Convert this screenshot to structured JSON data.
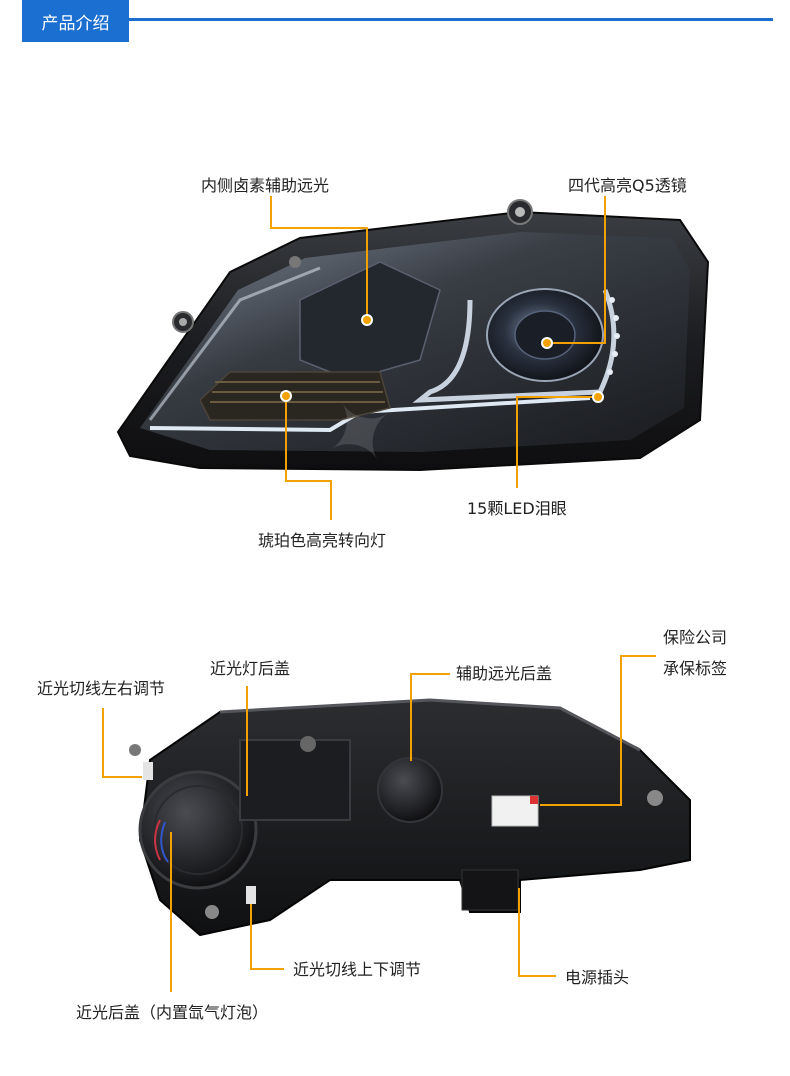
{
  "header": {
    "title": "产品介绍"
  },
  "front": {
    "labels": {
      "inner_halogen": "内侧卤素辅助远光",
      "q5_lens": "四代高亮Q5透镜",
      "led_eyebrow": "15颗LED泪眼",
      "amber_turn": "琥珀色高亮转向灯"
    }
  },
  "rear": {
    "labels": {
      "insurance_line1": "保险公司",
      "insurance_line2": "承保标签",
      "lowbeam_cover": "近光灯后盖",
      "aux_cover": "辅助远光后盖",
      "lr_adjust": "近光切线左右调节",
      "ud_adjust": "近光切线上下调节",
      "power_plug": "电源插头",
      "lowbeam_back": "近光后盖（内置氙气灯泡）"
    }
  },
  "colors": {
    "accent": "#1a6fd0",
    "leader": "#f2a100"
  }
}
